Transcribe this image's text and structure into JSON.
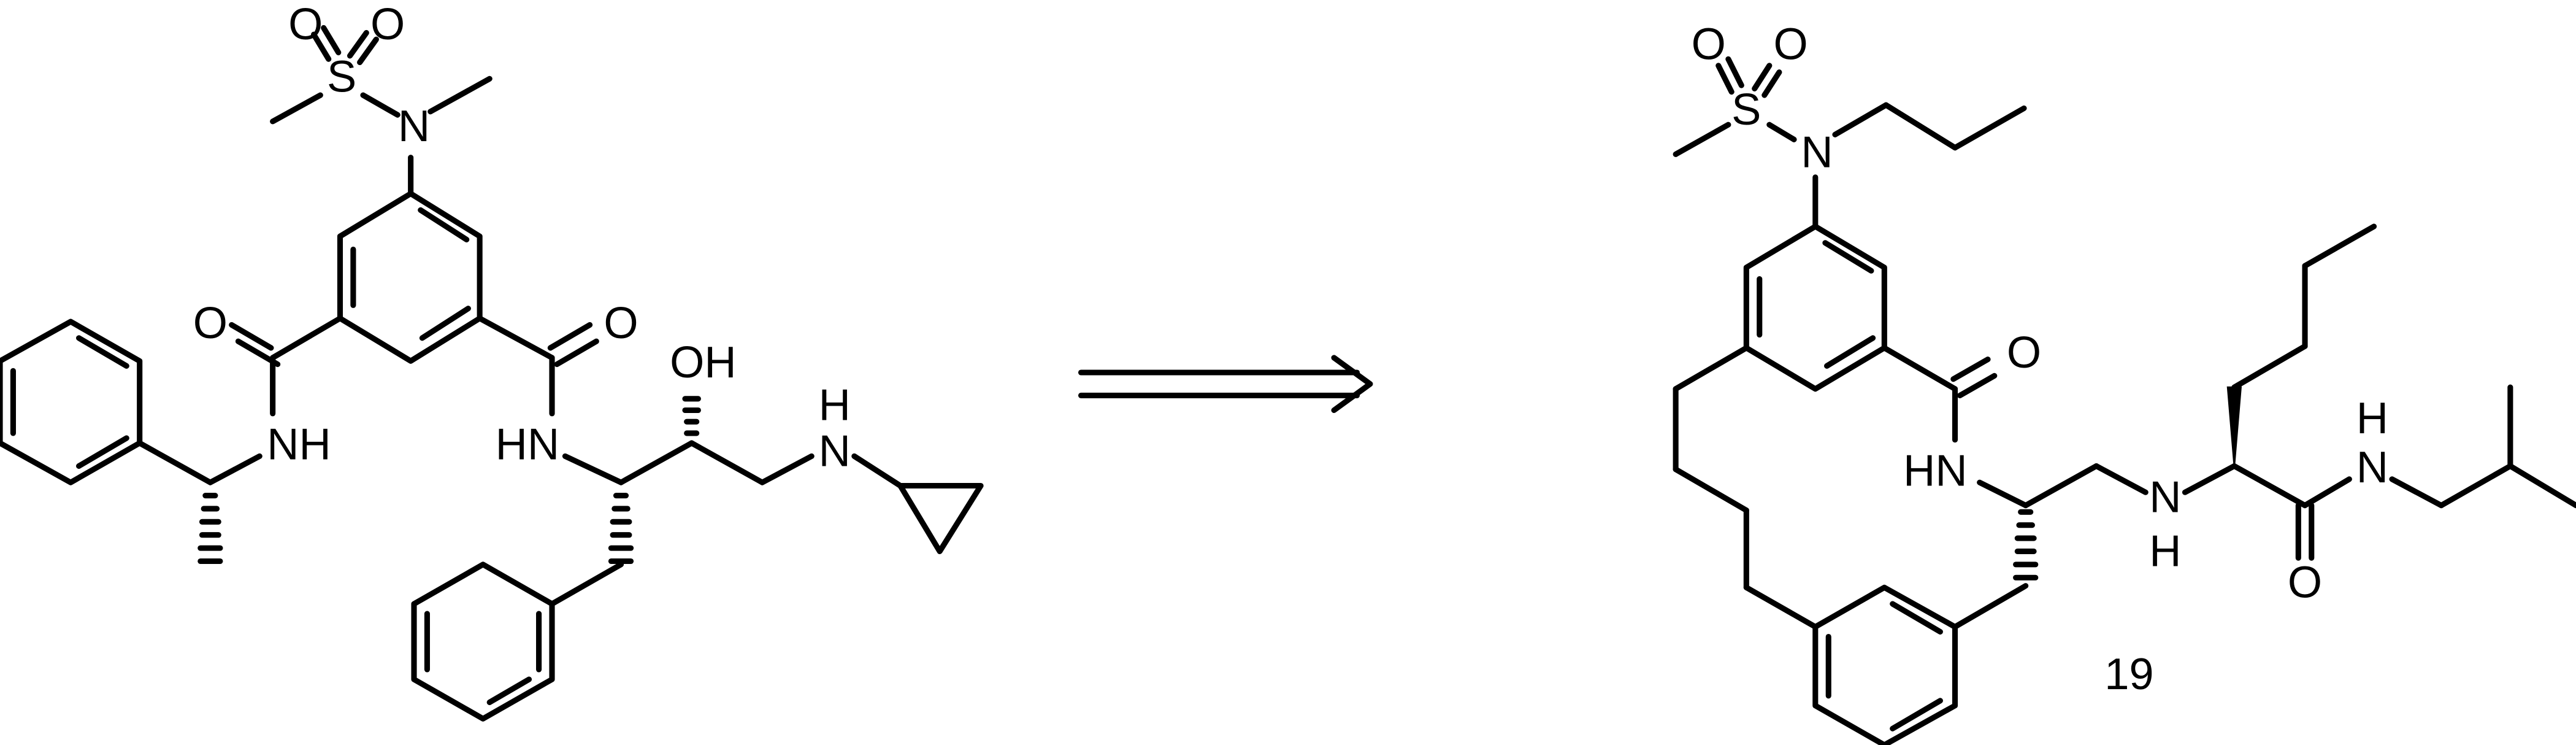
{
  "atoms": {
    "S": "S",
    "O": "O",
    "N": "N",
    "H": "H",
    "NH": "NH",
    "HN": "HN",
    "OH": "OH"
  },
  "compound_label": "19"
}
